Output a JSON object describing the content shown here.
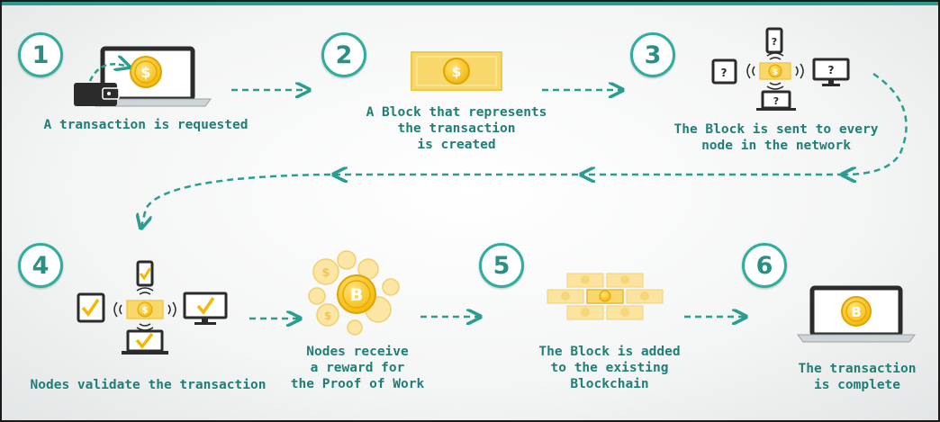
{
  "steps": [
    {
      "number": "1",
      "lines": [
        "A transaction is requested"
      ]
    },
    {
      "number": "2",
      "lines": [
        "A Block that represents",
        "the transaction",
        "is created"
      ]
    },
    {
      "number": "3",
      "lines": [
        "The Block is sent to every",
        "node in the network"
      ]
    },
    {
      "number": "4",
      "lines": [
        "Nodes validate the transaction"
      ]
    },
    {
      "number": "5",
      "lines": [
        "Nodes receive",
        "a reward for",
        "the Proof of Work"
      ]
    },
    {
      "number": "6",
      "lines": [
        "The Block is added",
        "to the existing",
        "Blockchain"
      ]
    },
    {
      "number": "",
      "lines": [
        "The transaction",
        "is complete"
      ]
    }
  ],
  "symbols": {
    "dollar": "$",
    "bitcoin": "B",
    "unknown": "?"
  },
  "colors": {
    "teal": "#2a9d8f",
    "gold": "#f5c518",
    "dark": "#2b2b2b"
  }
}
